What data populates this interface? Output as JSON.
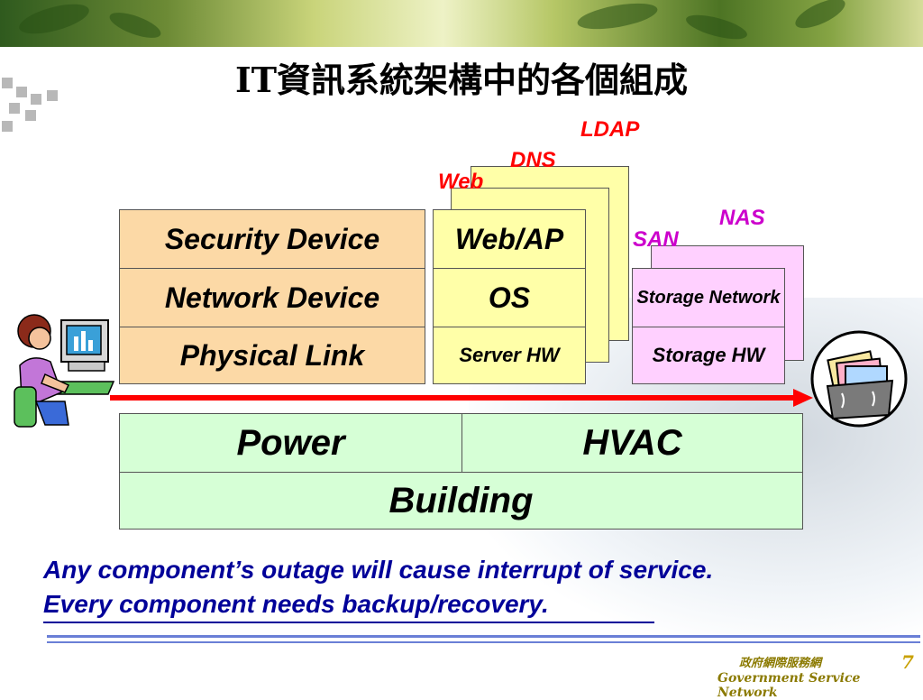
{
  "title": "IT資訊系統架構中的各個組成",
  "stack_left": {
    "security": "Security Device",
    "network": "Network Device",
    "physical": "Physical Link"
  },
  "server_stack": {
    "web_ap": "Web/AP",
    "os": "OS",
    "server_hw": "Server HW",
    "label_web": "Web",
    "label_dns": "DNS",
    "label_ldap": "LDAP"
  },
  "storage_stack": {
    "storage_network": "Storage Network",
    "storage_hw": "Storage HW",
    "label_san": "SAN",
    "label_nas": "NAS"
  },
  "infrastructure": {
    "power": "Power",
    "hvac": "HVAC",
    "building": "Building"
  },
  "notes": {
    "line1": "Any component’s outage will cause interrupt of service.",
    "line2": "Every component needs backup/recovery."
  },
  "footer": {
    "org_chinese": "政府網際服務網",
    "org_english": "Government Service Network",
    "page_number": "7"
  },
  "icons": [
    "user-at-computer-icon",
    "file-folders-icon"
  ],
  "colors": {
    "orange_fill": "#fcd9a6",
    "yellow_fill": "#ffffa8",
    "pink_fill": "#ffd0ff",
    "green_fill": "#d6ffd6",
    "red_accent": "#ff0000",
    "magenta_accent": "#cc00cc",
    "note_blue": "#000099"
  }
}
